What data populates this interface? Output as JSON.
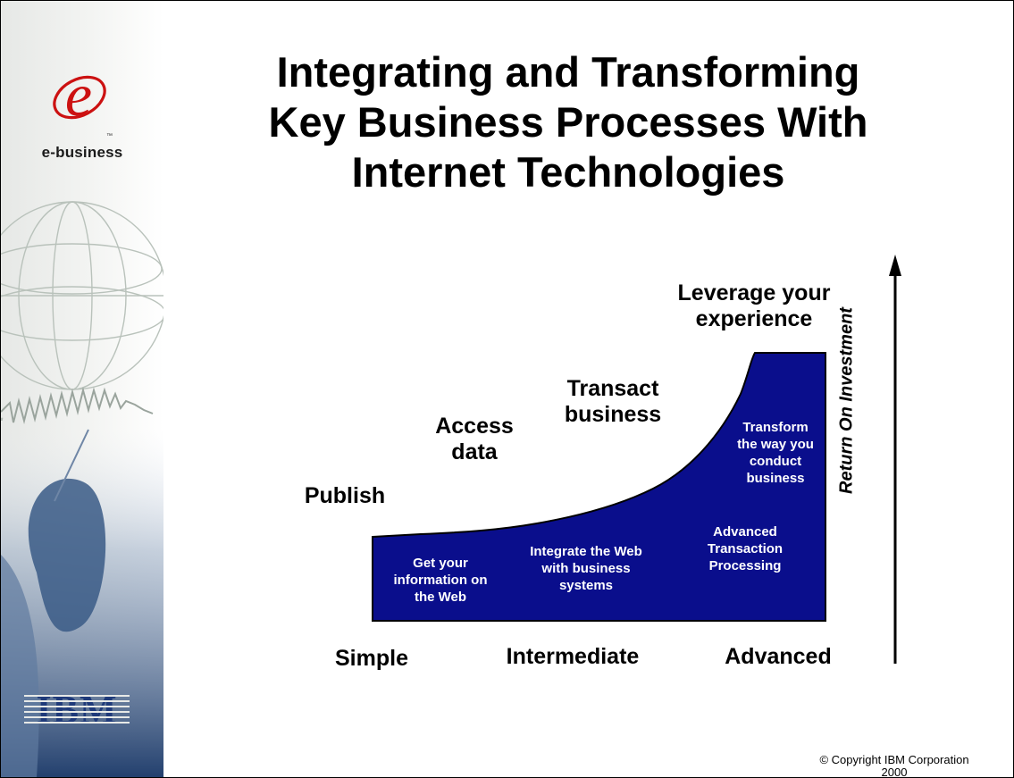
{
  "brand": {
    "logo_letter": "e",
    "logo_tm": "™",
    "logo_caption": "e-business",
    "company_logo_text": "IBM",
    "colors": {
      "logo_red": "#cc1111",
      "fill_blue": "#0a0e8c",
      "ibm_blue": "#1f3a7a"
    }
  },
  "title": {
    "line1": "Integrating and Transforming",
    "line2": "Key Business Processes With",
    "line3": "Internet Technologies"
  },
  "diagram": {
    "stages": {
      "publish": "Publish",
      "access_line1": "Access",
      "access_line2": "data",
      "transact_line1": "Transact",
      "transact_line2": "business",
      "leverage_line1": "Leverage your",
      "leverage_line2": "experience"
    },
    "inner": {
      "info_line1": "Get your",
      "info_line2": "information on",
      "info_line3": "the Web",
      "integrate_line1": "Integrate the Web",
      "integrate_line2": "with business",
      "integrate_line3": "systems",
      "advanced_line1": "Advanced",
      "advanced_line2": "Transaction",
      "advanced_line3": "Processing",
      "transform_line1": "Transform",
      "transform_line2": "the way you",
      "transform_line3": "conduct",
      "transform_line4": "business"
    },
    "levels": {
      "simple": "Simple",
      "intermediate": "Intermediate",
      "advanced": "Advanced"
    },
    "axis_label": "Return On Investment"
  },
  "footer": {
    "copyright_line1": "© Copyright IBM Corporation",
    "copyright_line2": "2000"
  }
}
